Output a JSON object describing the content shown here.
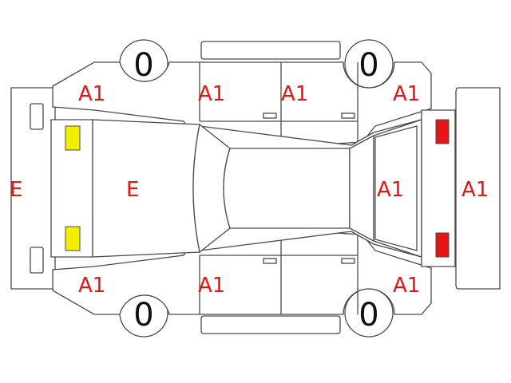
{
  "colors": {
    "code_red": "#ee1111",
    "outline": "#4a4a4a",
    "front_lamp": "#f2ee00",
    "rear_lamp": "#e51616"
  },
  "tires": {
    "front_left": "0",
    "front_right": "0",
    "rear_left": "0",
    "rear_right": "0"
  },
  "codes": {
    "front_bumper": "E",
    "hood": "E",
    "fender_front_left": "A1",
    "door_front_left": "A1",
    "door_rear_left": "A1",
    "quarter_rear_left": "A1",
    "fender_front_right": "A1",
    "door_front_right": "A1",
    "quarter_rear_right": "A1",
    "trunk": "A1",
    "rear_bumper": "A1"
  }
}
